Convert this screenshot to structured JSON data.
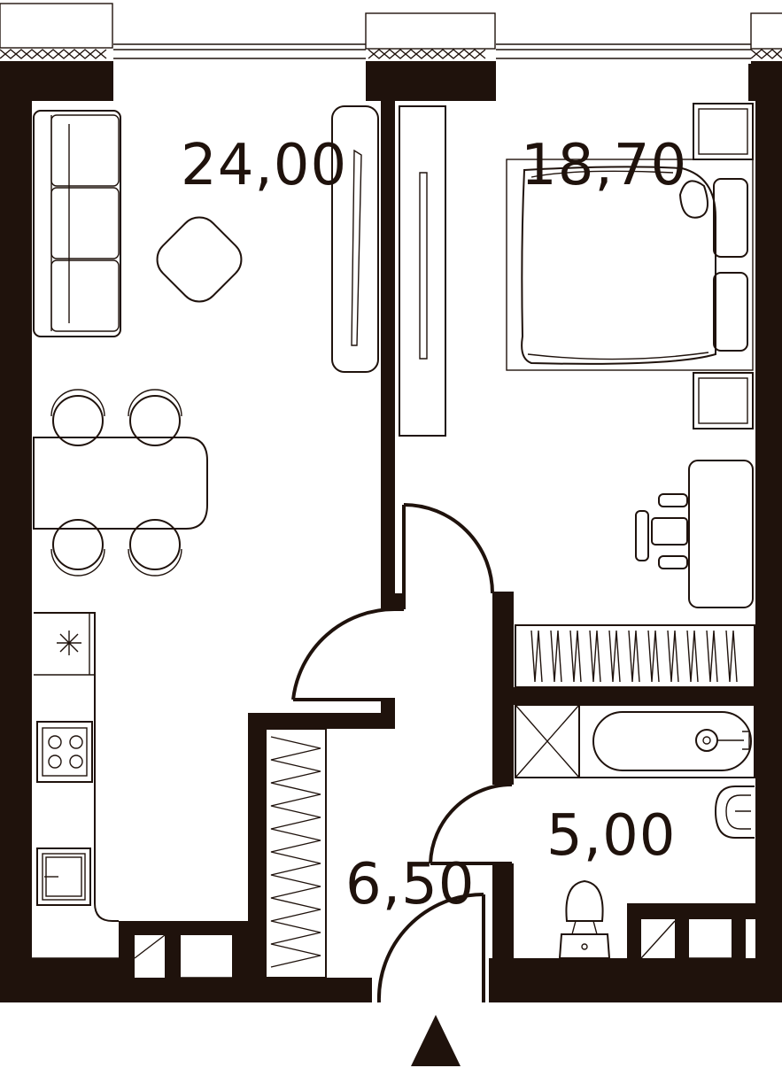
{
  "rooms": {
    "living_kitchen": {
      "area": "24,00"
    },
    "bedroom": {
      "area": "18,70"
    },
    "hallway": {
      "area": "6,50"
    },
    "bathroom": {
      "area": "5,00"
    }
  },
  "colors": {
    "ink": "#1f120c",
    "background": "#ffffff"
  },
  "entrance_marker": "up-triangle-icon"
}
